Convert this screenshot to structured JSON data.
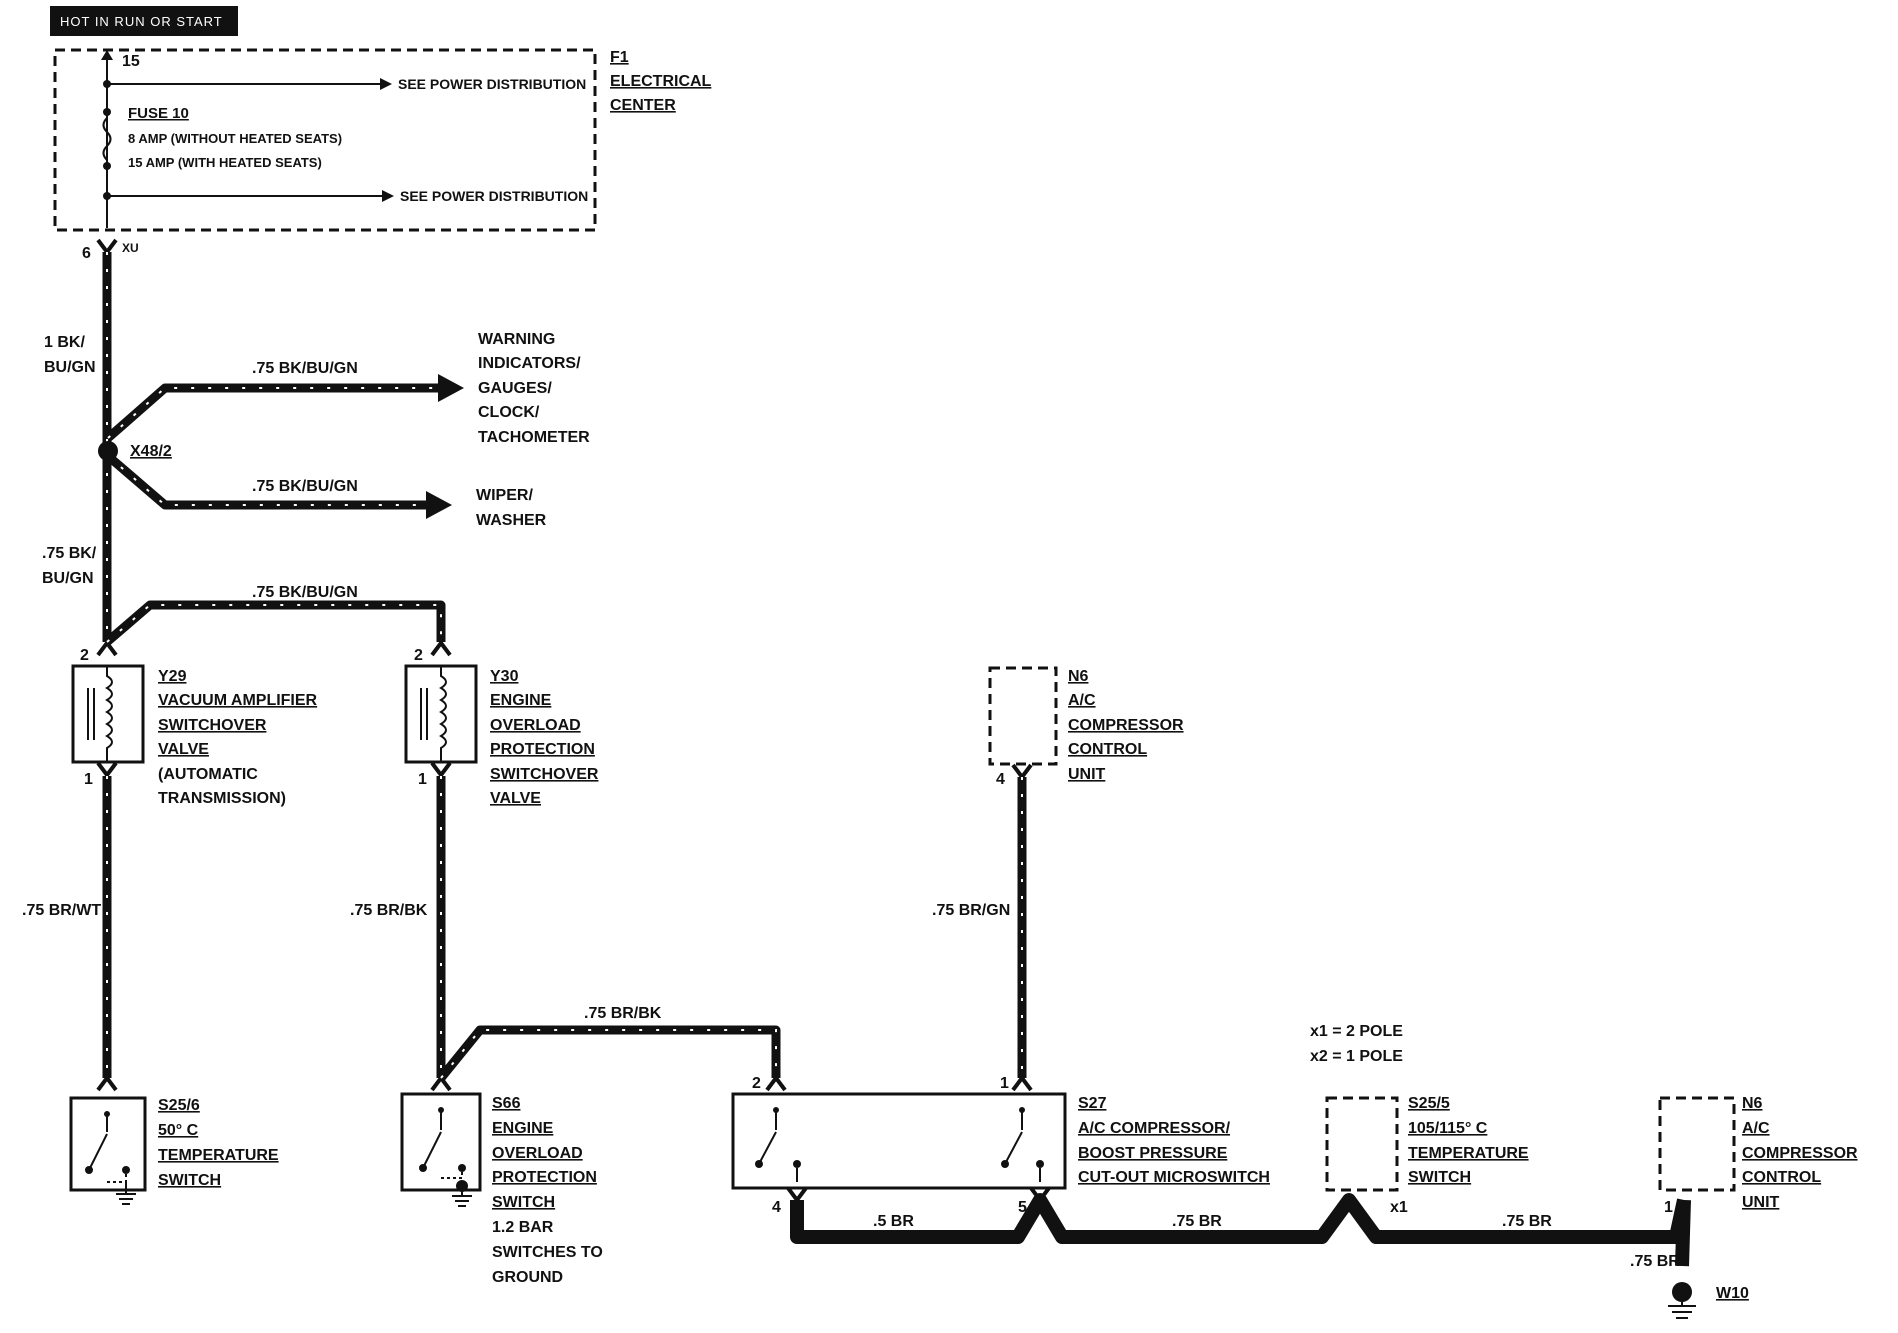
{
  "header": {
    "badge": "HOT IN RUN OR START"
  },
  "electrical_center": {
    "pin_top": "15",
    "see_power_1": "SEE POWER DISTRIBUTION",
    "see_power_2": "SEE POWER DISTRIBUTION",
    "fuse_title": "FUSE 10",
    "fuse_line1": "8 AMP (WITHOUT HEATED SEATS)",
    "fuse_line2": "15 AMP (WITH HEATED SEATS)",
    "ref": "F1",
    "name_line1": "ELECTRICAL",
    "name_line2": "CENTER",
    "pin_bottom": "6",
    "conn": "XU"
  },
  "wires": {
    "main_1": "1 BK/",
    "main_2": "BU/GN",
    "branch_warning": ".75 BK/BU/GN",
    "branch_wiper": ".75 BK/BU/GN",
    "lower_1": ".75 BK/",
    "lower_2": "BU/GN",
    "branch_y30": ".75 BK/BU/GN",
    "y29_to_s256": ".75 BR/WT",
    "y30_to_s66": ".75 BR/BK",
    "s66_to_s27": ".75 BR/BK",
    "n6_to_s27": ".75 BR/GN",
    "s27_4_to_5": ".5 BR",
    "s27_to_s255": ".75 BR",
    "s255_to_n6": ".75 BR",
    "n6_to_w10": ".75 BR"
  },
  "splice": {
    "label": "X48/2"
  },
  "destinations": {
    "warning": [
      "WARNING",
      "INDICATORS/",
      "GAUGES/",
      "CLOCK/",
      "TACHOMETER"
    ],
    "wiper": [
      "WIPER/",
      "WASHER"
    ]
  },
  "components": {
    "y29": {
      "pin_top": "2",
      "pin_bottom": "1",
      "lines": [
        "Y29",
        "VACUUM AMPLIFIER",
        "SWITCHOVER",
        "VALVE",
        "(AUTOMATIC",
        "TRANSMISSION)"
      ]
    },
    "y30": {
      "pin_top": "2",
      "pin_bottom": "1",
      "lines": [
        "Y30",
        "ENGINE",
        "OVERLOAD",
        "PROTECTION",
        "SWITCHOVER",
        "VALVE"
      ]
    },
    "n6_top": {
      "pin": "4",
      "lines": [
        "N6",
        "A/C",
        "COMPRESSOR",
        "CONTROL",
        "UNIT"
      ]
    },
    "s256": {
      "lines": [
        "S25/6",
        "50° C",
        "TEMPERATURE",
        "SWITCH"
      ]
    },
    "s66": {
      "lines": [
        "S66",
        "ENGINE",
        "OVERLOAD",
        "PROTECTION",
        "SWITCH",
        "1.2 BAR",
        "SWITCHES TO",
        "GROUND"
      ]
    },
    "s27": {
      "pin_tl": "2",
      "pin_tr": "1",
      "pin_bl": "4",
      "pin_br": "5",
      "lines": [
        "S27",
        "A/C COMPRESSOR/",
        "BOOST PRESSURE",
        "CUT-OUT MICROSWITCH"
      ]
    },
    "pole_note": [
      "x1 = 2 POLE",
      "x2 = 1 POLE"
    ],
    "s255": {
      "pin": "1",
      "conn": "x1",
      "lines": [
        "S25/5",
        "105/115° C",
        "TEMPERATURE",
        "SWITCH"
      ]
    },
    "n6_bottom": {
      "pin": "1",
      "lines": [
        "N6",
        "A/C",
        "COMPRESSOR",
        "CONTROL",
        "UNIT"
      ]
    },
    "w10": {
      "label": "W10"
    }
  }
}
